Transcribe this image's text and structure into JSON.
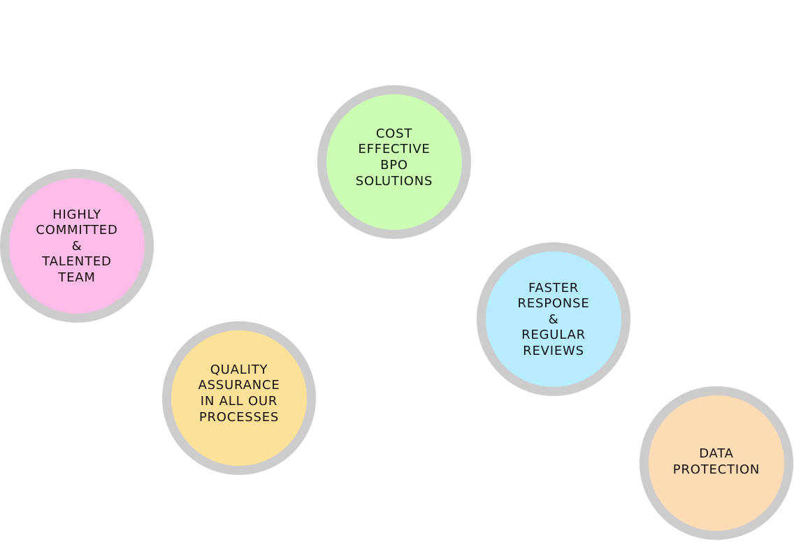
{
  "nodes": [
    {
      "id": "highly-committed",
      "lines": [
        "HIGHLY",
        "COMMITTED",
        "&",
        "TALENTED",
        "TEAM"
      ],
      "color": "#fdbde8"
    },
    {
      "id": "cost-effective",
      "lines": [
        "COST",
        "EFFECTIVE",
        "BPO",
        "SOLUTIONS"
      ],
      "color": "#cbfdb2"
    },
    {
      "id": "quality-assurance",
      "lines": [
        "QUALITY",
        "ASSURANCE",
        "IN ALL OUR",
        "PROCESSES"
      ],
      "color": "#fde199"
    },
    {
      "id": "faster-response",
      "lines": [
        "FASTER",
        "RESPONSE",
        "&",
        "REGULAR",
        "REVIEWS"
      ],
      "color": "#b6ecfd"
    },
    {
      "id": "data-protection",
      "lines": [
        "DATA",
        "PROTECTION"
      ],
      "color": "#fddcb5"
    }
  ],
  "ring_color": "#cccccc"
}
